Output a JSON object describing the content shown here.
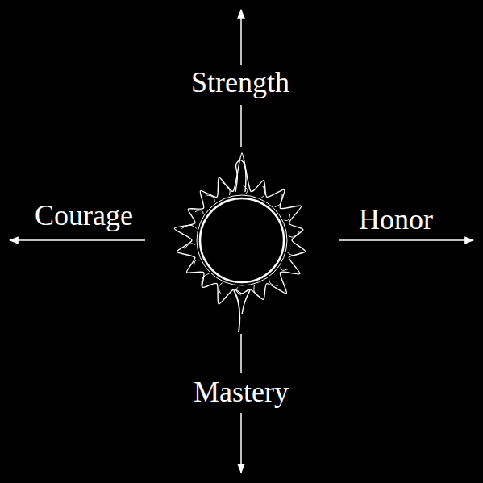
{
  "diagram": {
    "labels": [
      "Strength",
      "Courage",
      "Honor",
      "Mastery"
    ]
  }
}
